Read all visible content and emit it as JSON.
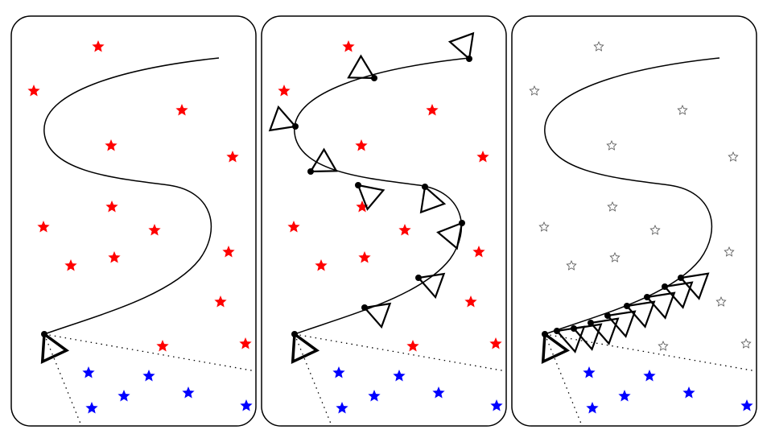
{
  "panels": [
    {
      "id": "panel-1",
      "star_style": "filled",
      "markers": "single"
    },
    {
      "id": "panel-2",
      "star_style": "filled",
      "markers": "spread-along-path"
    },
    {
      "id": "panel-3",
      "star_style": "hollow",
      "markers": "clustered-at-start"
    }
  ],
  "colors": {
    "red_star": "#ff0000",
    "blue_star": "#0000ff",
    "hollow_star": "#555555",
    "path": "#000000",
    "panel_border": "#000000"
  },
  "icons": [
    "star-icon",
    "triangle-marker-icon"
  ]
}
